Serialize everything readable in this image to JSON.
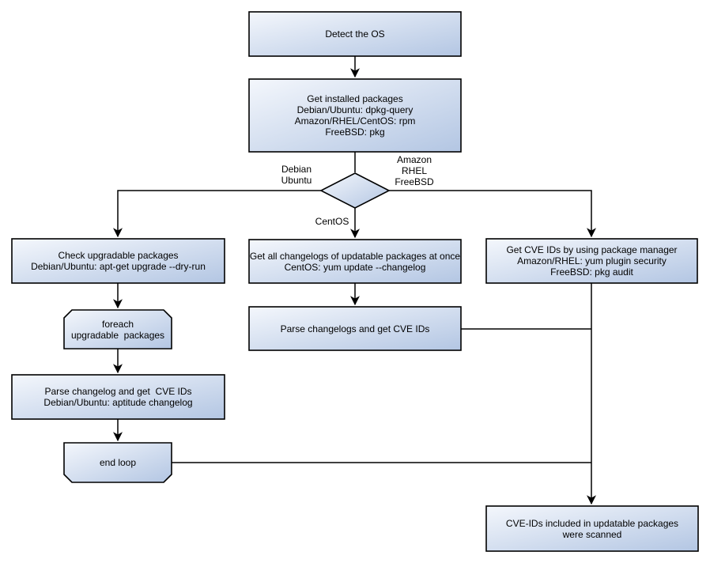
{
  "diagram": {
    "type": "flowchart",
    "subject": "OS package CVE scanning flow"
  },
  "colors": {
    "node_fill_light": "#f4f7fc",
    "node_fill_dark": "#b3c6e3",
    "node_border": "#000000",
    "connector": "#000000",
    "text": "#000000",
    "background": "#ffffff"
  },
  "nodes": {
    "detect_os": {
      "label": "Detect the OS"
    },
    "get_installed": {
      "label": "Get installed packages\nDebian/Ubuntu: dpkg-query\nAmazon/RHEL/CentOS: rpm\nFreeBSD: pkg"
    },
    "check_upgradable": {
      "label": "Check upgradable packages\nDebian/Ubuntu: apt-get upgrade --dry-run"
    },
    "foreach_loop": {
      "label": "foreach\nupgradable  packages"
    },
    "parse_changelog": {
      "label": "Parse changelog and get  CVE IDs\nDebian/Ubuntu: aptitude changelog"
    },
    "end_loop": {
      "label": "end loop"
    },
    "get_changelogs": {
      "label": "Get all changelogs of updatable packages at once\nCentOS: yum update --changelog"
    },
    "parse_changelogs": {
      "label": "Parse changelogs and get CVE IDs"
    },
    "get_cve_ids": {
      "label": "Get CVE IDs by using package manager\nAmazon/RHEL: yum plugin security\nFreeBSD: pkg audit"
    },
    "scanned": {
      "label": "CVE-IDs included in updatable packages\nwere scanned"
    }
  },
  "edge_labels": {
    "debian_ubuntu": "Debian\nUbuntu",
    "amazon_rhel_freebsd": "Amazon\nRHEL\nFreeBSD",
    "centos": "CentOS"
  }
}
